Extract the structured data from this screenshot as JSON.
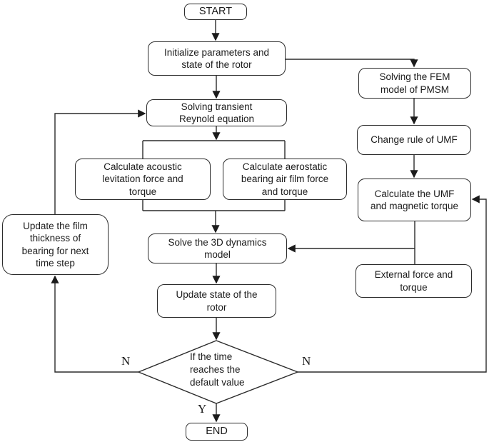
{
  "canvas": {
    "background_color": "#ffffff",
    "line_color": "#2b2b2b",
    "text_color": "#1b1b1b"
  },
  "nodes": {
    "start": {
      "label": "START"
    },
    "initialize": {
      "label": "Initialize parameters and\nstate of the rotor"
    },
    "reynold": {
      "label": "Solving transient\nReynold equation"
    },
    "acoustic": {
      "label": "Calculate acoustic\nlevitation force and\ntorque"
    },
    "aerostatic": {
      "label": "Calculate aerostatic\nbearing air film force\nand torque"
    },
    "dynamics": {
      "label": "Solve the 3D dynamics\nmodel"
    },
    "update_state": {
      "label": "Update state of the\nrotor"
    },
    "update_film": {
      "label": "Update the film\nthickness of\nbearing for next\ntime step"
    },
    "fem": {
      "label": "Solving the FEM\nmodel of PMSM"
    },
    "change_rule": {
      "label": "Change rule of UMF"
    },
    "calc_umf": {
      "label": "Calculate the UMF\nand magnetic torque"
    },
    "external": {
      "label": "External force and\ntorque"
    },
    "end": {
      "label": "END"
    }
  },
  "decision": {
    "label": "If the time\nreaches the\ndefault value",
    "yes_label": "Y",
    "no_label_left": "N",
    "no_label_right": "N"
  }
}
